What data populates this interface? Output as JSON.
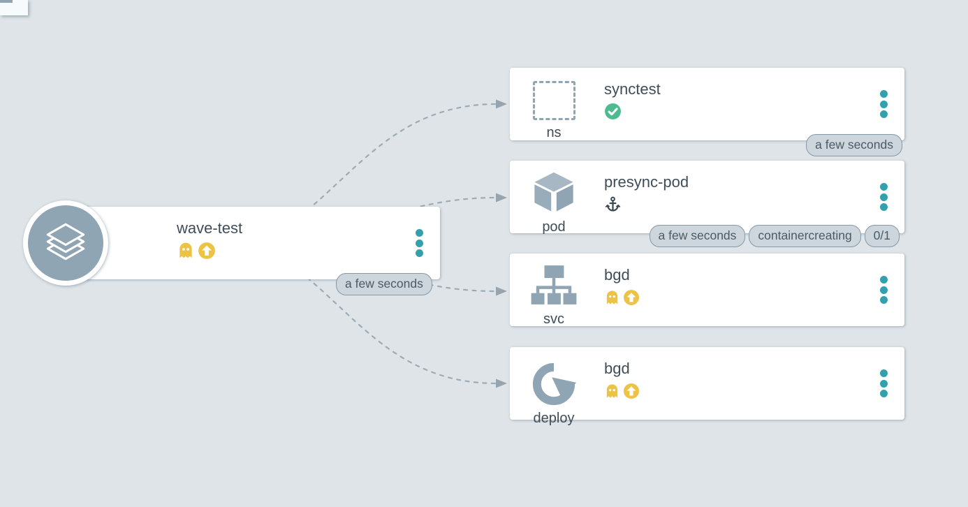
{
  "root": {
    "title": "wave-test",
    "age_badge": "a few seconds",
    "icon": "application-layers-icon",
    "status_icons": [
      "health-missing-ghost",
      "sync-out-of-sync-arrow"
    ]
  },
  "nodes": [
    {
      "kind": "ns",
      "title": "synctest",
      "status_icons": [
        "sync-ok-check"
      ],
      "badges": [
        "a few seconds"
      ]
    },
    {
      "kind": "pod",
      "title": "presync-pod",
      "status_icons": [
        "sync-hook-anchor"
      ],
      "badges": [
        "a few seconds",
        "containercreating",
        "0/1"
      ]
    },
    {
      "kind": "svc",
      "title": "bgd",
      "status_icons": [
        "health-missing-ghost",
        "sync-out-of-sync-arrow"
      ],
      "badges": []
    },
    {
      "kind": "deploy",
      "title": "bgd",
      "status_icons": [
        "health-missing-ghost",
        "sync-out-of-sync-arrow"
      ],
      "badges": []
    }
  ],
  "edges": [
    {
      "from": "wave-test",
      "to": "synctest"
    },
    {
      "from": "wave-test",
      "to": "presync-pod"
    },
    {
      "from": "wave-test",
      "to": "bgd (svc)"
    },
    {
      "from": "wave-test",
      "to": "bgd (deploy)"
    }
  ],
  "colors": {
    "background": "#dee4e8",
    "card": "#ffffff",
    "node_icon_gray": "#8fa5b3",
    "menu_dot_teal": "#33a0ae",
    "synced_green": "#4dba90",
    "status_yellow": "#edc345",
    "hook_anchor_dark": "#38464f",
    "badge_bg": "#cdd6dc",
    "badge_border": "#8599a7",
    "badge_text": "#4b5a65",
    "edge_gray": "#9dabb5",
    "title_text": "#3f4d59"
  }
}
